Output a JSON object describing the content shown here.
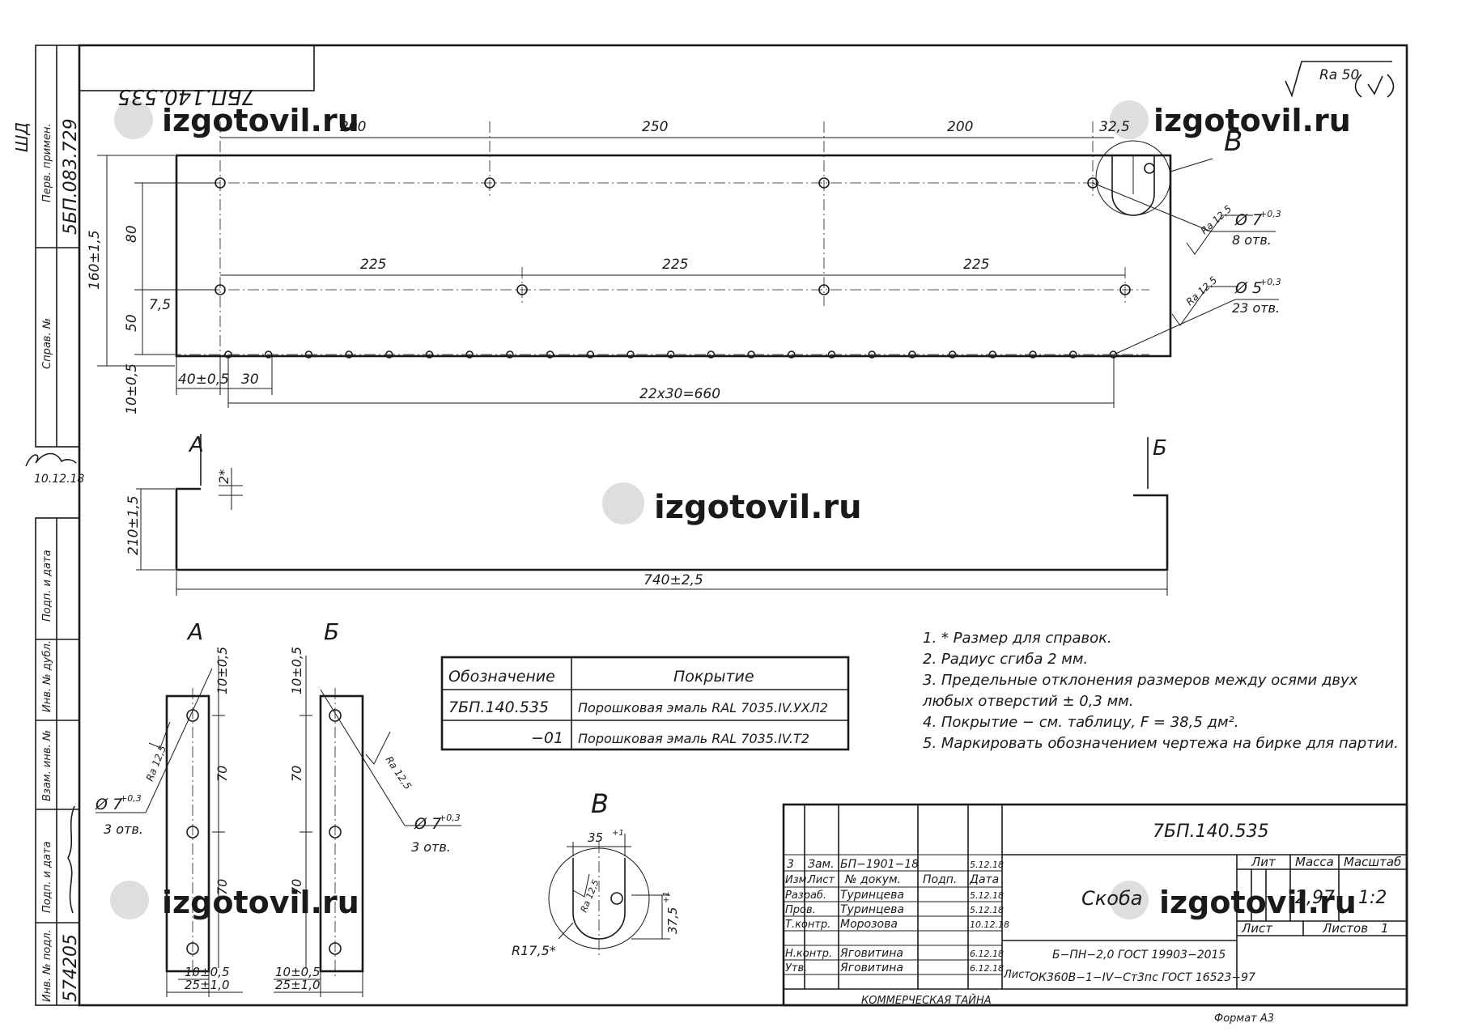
{
  "frame": {
    "top_label": "7БП.140.535",
    "side": {
      "sd": "ШД",
      "perv_primen_label": "Перв. примен.",
      "perv_primen_value": "5БП.083.729",
      "sprav_label": "Справ. №",
      "signature_date": "10.12.18",
      "podp_data_label": "Подп. и дата",
      "inv_dubl_label": "Инв. № дубл.",
      "vzam_inv_label": "Взам. инв. №",
      "podp_data2_label": "Подп. и дата",
      "inv_podl_label": "Инв. № подл.",
      "inv_podl_value": "574205"
    },
    "roughness": "Ra 50",
    "format": "Формат А3",
    "commercial": "КОММЕРЧЕСКАЯ ТАЙНА"
  },
  "watermark": "izgotovil.ru",
  "plan": {
    "dims_top": [
      "200",
      "250",
      "200",
      "32,5"
    ],
    "dims_mid": [
      "225",
      "225",
      "225"
    ],
    "dim_160": "160±1,5",
    "dim_80": "80",
    "dim_50": "50",
    "dim_7_5": "7,5",
    "dim_10": "10±0,5",
    "dim_40": "40±0,5",
    "dim_30": "30",
    "dim_22x30": "22х30=660",
    "hole7_label": "Ø 7",
    "hole7_tol": "+0,3",
    "hole7_count": "8 отв.",
    "hole5_label": "Ø 5",
    "hole5_tol": "+0,3",
    "hole5_count": "23 отв.",
    "ra125": "Ra 12,5",
    "view_b_mark": "В"
  },
  "profile": {
    "view_a": "А",
    "view_b": "Б",
    "dim_2": "2*",
    "dim_210": "210±1,5",
    "dim_740": "740±2,5"
  },
  "details": {
    "a_title": "А",
    "b_title": "Б",
    "v_title": "В",
    "dim_10": "10±0,5",
    "dim_70": "70",
    "dim_25": "25±1,0",
    "hole_label": "Ø 7",
    "hole_tol": "+0,3",
    "hole_count": "3 отв.",
    "ra": "Ra 12,5",
    "v_35": "35",
    "v_35_tol": "+1",
    "v_37": "37,5",
    "v_37_tol": "+1",
    "v_r": "R17,5*"
  },
  "coating_table": {
    "headers": [
      "Обозначение",
      "Покрытие"
    ],
    "rows": [
      [
        "7БП.140.535",
        "Порошковая эмаль RAL 7035.IV.УХЛ2"
      ],
      [
        "−01",
        "Порошковая эмаль RAL 7035.IV.Т2"
      ]
    ]
  },
  "notes": [
    "1. * Размер для справок.",
    "2. Радиус сгиба 2 мм.",
    "3. Предельные отклонения размеров между осями двух",
    "любых отверстий ± 0,3 мм.",
    "4. Покрытие − см. таблицу, F = 38,5 дм².",
    "5. Маркировать обозначением чертежа на бирке для партии."
  ],
  "title_block": {
    "designation": "7БП.140.535",
    "name": "Скоба",
    "material1": "Б−ПН−2,0 ГОСТ 19903−2015",
    "material_label": "Лист",
    "material2": "ОК360В−1−IV−Ст3пс ГОСТ 16523−97",
    "lit_label": "Лит",
    "mass_label": "Масса",
    "scale_label": "Масштаб",
    "mass": "2,97",
    "scale": "1:2",
    "sheet_label": "Лист",
    "sheets_label": "Листов",
    "sheets_value": "1",
    "rev_row": [
      "3",
      "Зам.",
      "БП−1901−18",
      "5.12.18"
    ],
    "col_headers": [
      "Изм.",
      "Лист",
      "№ докум.",
      "Подп.",
      "Дата"
    ],
    "roles": [
      {
        "role": "Разраб.",
        "name": "Туринцева",
        "date": "5.12.18"
      },
      {
        "role": "Пров.",
        "name": "Туринцева",
        "date": "5.12.18"
      },
      {
        "role": "Т.контр.",
        "name": "Морозова",
        "date": "10.12.18"
      },
      {
        "role": "",
        "name": "",
        "date": ""
      },
      {
        "role": "Н.контр.",
        "name": "Яговитина",
        "date": "6.12.18"
      },
      {
        "role": "Утв.",
        "name": "Яговитина",
        "date": "6.12.18"
      }
    ]
  }
}
